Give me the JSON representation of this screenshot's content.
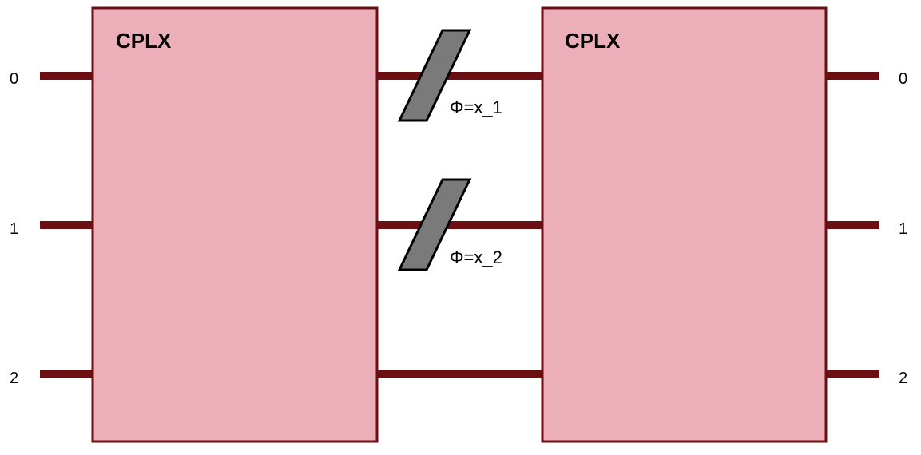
{
  "colors": {
    "wire": "#6b0f12",
    "block_fill": "#ecaeb8",
    "block_border": "#6b0f12",
    "phase_fill": "#7a7a7a",
    "phase_border": "#000000"
  },
  "blocks": [
    {
      "title": "CPLX"
    },
    {
      "title": "CPLX"
    }
  ],
  "ports_in": [
    "0",
    "1",
    "2"
  ],
  "ports_out": [
    "0",
    "1",
    "2"
  ],
  "phase_shifters": [
    {
      "label": "Φ=x_1",
      "mode": 0
    },
    {
      "label": "Φ=x_2",
      "mode": 1
    }
  ]
}
